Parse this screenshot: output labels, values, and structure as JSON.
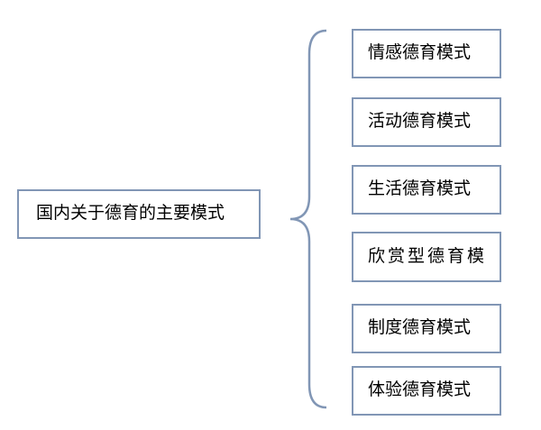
{
  "root": {
    "label": "国内关于德育的主要模式"
  },
  "modes": [
    {
      "label": "情感德育模式"
    },
    {
      "label": "活动德育模式"
    },
    {
      "label": "生活德育模式"
    },
    {
      "label": "欣赏型德育模"
    },
    {
      "label": "制度德育模式"
    },
    {
      "label": "体验德育模式"
    }
  ],
  "colors": {
    "border": "#8196b5",
    "brace": "#8196b5",
    "text": "#000000"
  }
}
